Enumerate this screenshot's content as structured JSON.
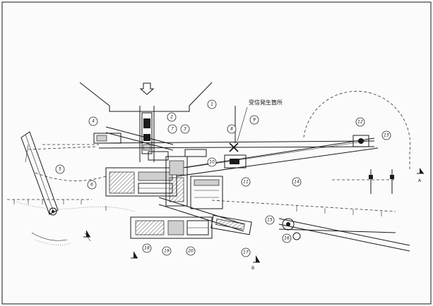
{
  "diagram": {
    "annotation_top": "受信発生箇所",
    "section_marks": [
      {
        "id": "a",
        "text": "A"
      },
      {
        "id": "b",
        "text": "B"
      }
    ],
    "callouts": [
      "1",
      "2",
      "3",
      "4",
      "5",
      "6",
      "7",
      "8",
      "9",
      "10",
      "11",
      "12",
      "13",
      "14",
      "15",
      "16",
      "17",
      "18",
      "19",
      "20"
    ]
  }
}
